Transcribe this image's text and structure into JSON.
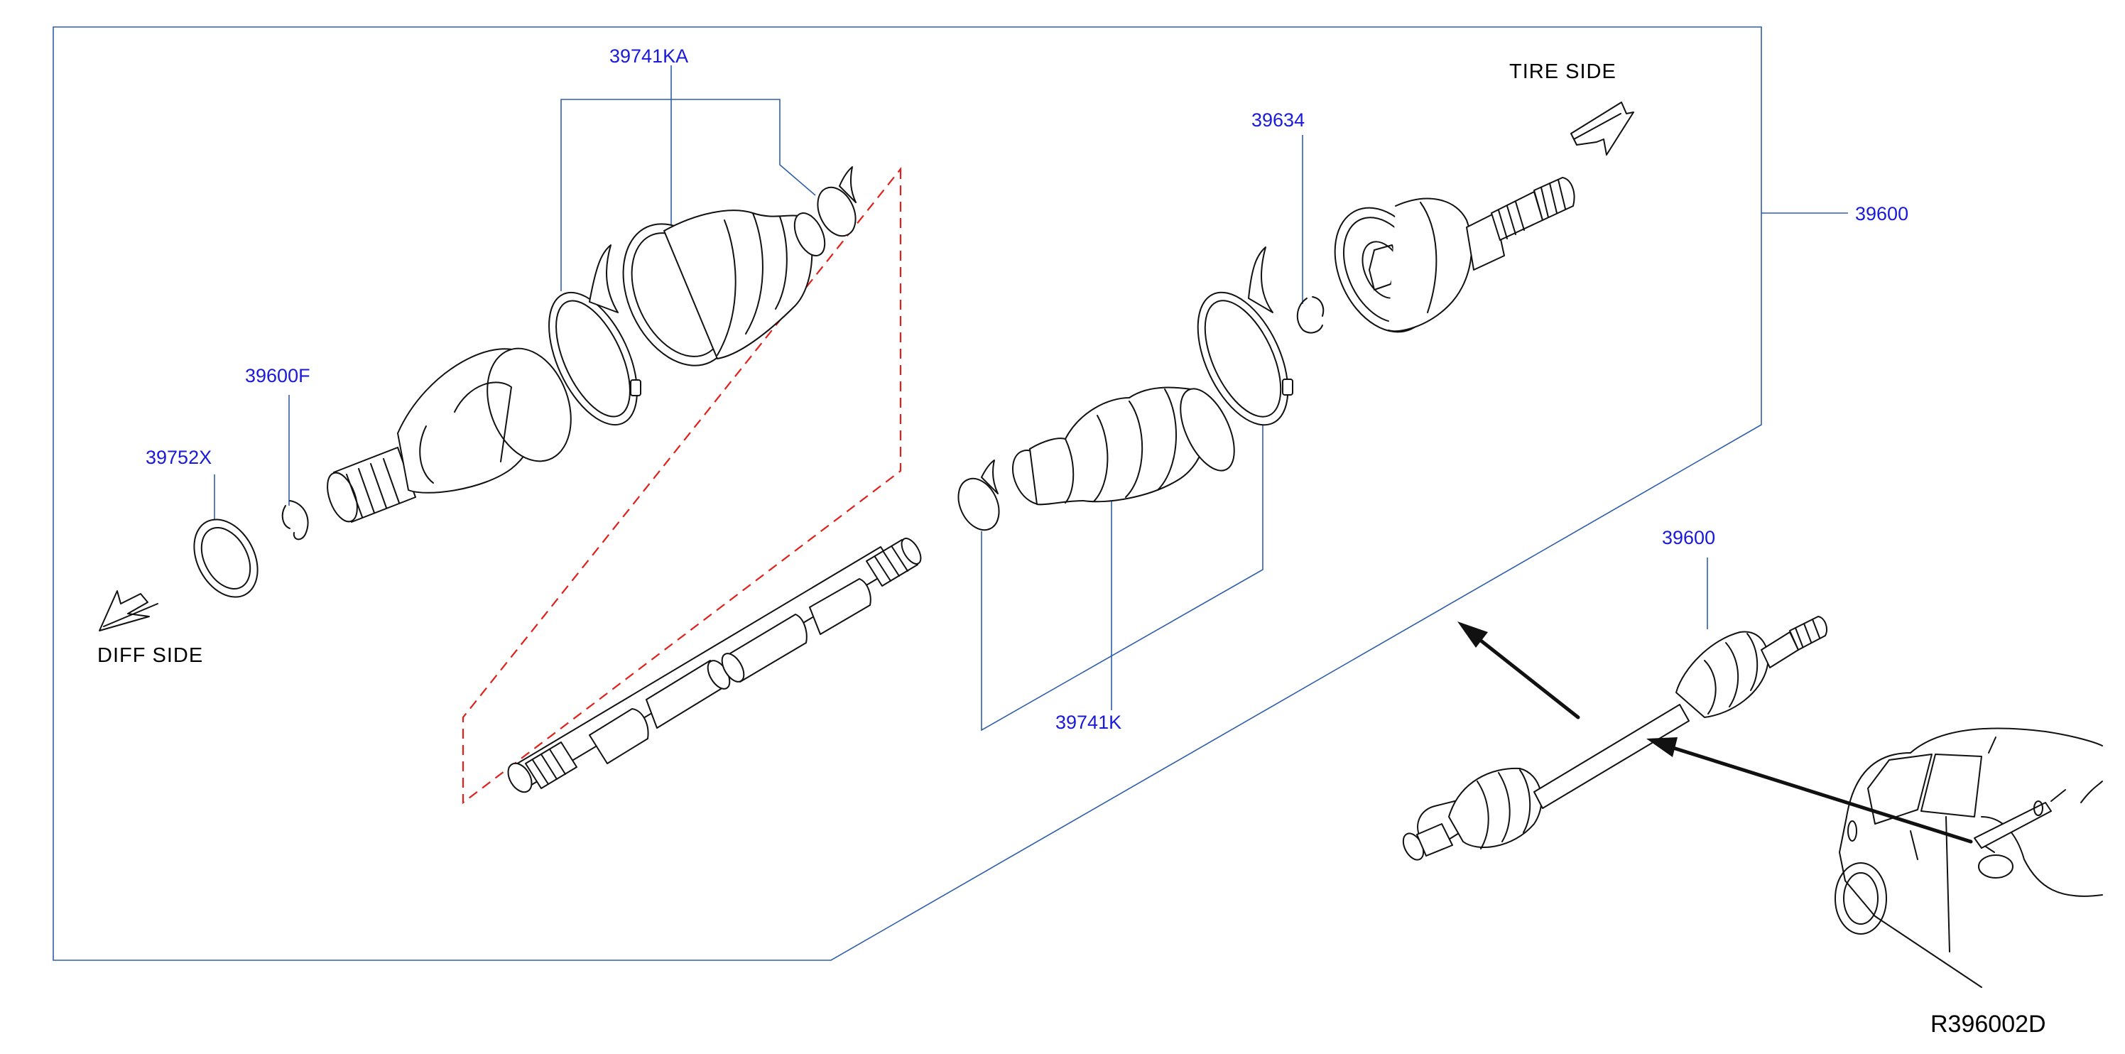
{
  "diagram": {
    "part_labels": {
      "boot_kit_inner": "39741KA",
      "boot_kit_outer": "39741K",
      "circlip_outer": "39634",
      "shaft_assembly": "39600",
      "shaft_assembly_inset": "39600",
      "circlip_inner": "39600F",
      "dust_seal": "39752X"
    },
    "direction_labels": {
      "tire_side": "TIRE   SIDE",
      "diff_side": "DIFF   SIDE"
    },
    "reference_code": "R396002D"
  },
  "colors": {
    "callout_text": "#1a1adb",
    "leader_line": "#2f5fa8",
    "kit_outline": "#e0201a",
    "line_art": "#111111"
  }
}
